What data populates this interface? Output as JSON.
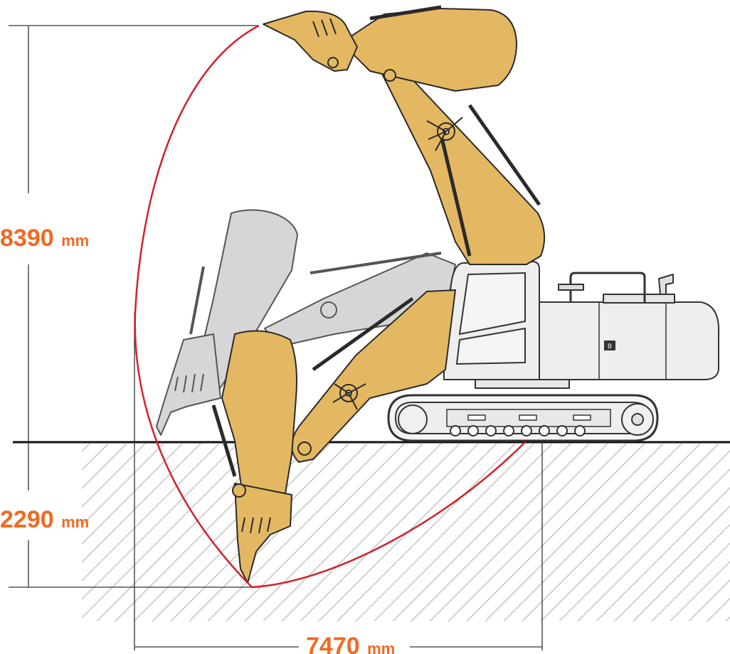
{
  "diagram": {
    "dimensions": {
      "max_reach_height": {
        "value": "8390",
        "unit": "mm"
      },
      "max_dig_depth": {
        "value": "2290",
        "unit": "mm"
      },
      "horizontal_reach": {
        "value": "7470",
        "unit": "mm"
      }
    },
    "machine_badge": "B",
    "colors": {
      "dimension_text": "#f06a21",
      "work_envelope": "#d4202a",
      "boom_yellow": "#e4b862",
      "boom_outline": "#2a2a2a",
      "ghost_gray": "#d6d6d6",
      "machine_body": "#eeeeee",
      "ground_line": "#111111",
      "hatch": "#c8c8c8"
    }
  }
}
